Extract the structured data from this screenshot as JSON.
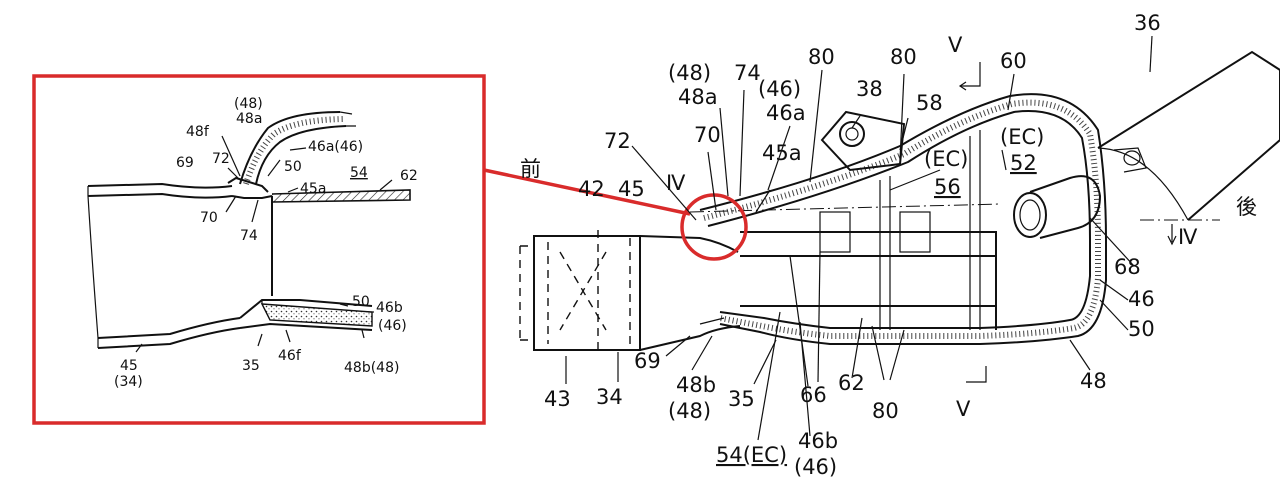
{
  "main_labels": {
    "l36": "36",
    "l80a": "80",
    "l80b": "80",
    "l80c": "80",
    "l_v_top": "Ⅴ",
    "l60": "60",
    "l48p": "(48)",
    "l48a": "48a",
    "l74": "74",
    "l46p": "(46)",
    "l46a": "46a",
    "l38": "38",
    "l58": "58",
    "l_ec_a": "(EC)",
    "l52": "52",
    "l_ec_b": "(EC)",
    "l56": "56",
    "l72": "72",
    "l70": "70",
    "l45a": "45a",
    "l_front": "前",
    "l42": "42",
    "l45": "45",
    "l_iv_a": "Ⅳ",
    "l_rear": "後",
    "l_iv_b": "Ⅳ",
    "l68": "68",
    "l46": "46",
    "l50": "50",
    "l48": "48",
    "l43": "43",
    "l34": "34",
    "l69": "69",
    "l48b": "48b",
    "l48b_p": "(48)",
    "l35": "35",
    "l66": "66",
    "l62": "62",
    "l_v_bot": "Ⅴ",
    "l54ec": "54(EC)",
    "l46b": "46b",
    "l46b_p": "(46)"
  },
  "inset_labels": {
    "i48p": "(48)",
    "i48a": "48a",
    "i48f": "48f",
    "i69": "69",
    "i72": "72",
    "i50a": "50",
    "i46a": "46a(46)",
    "i54": "54",
    "i62": "62",
    "i45a": "45a",
    "i70": "70",
    "i74": "74",
    "i50b": "50",
    "i46b": "46b",
    "i46b_p": "(46)",
    "i45": "45",
    "i34": "(34)",
    "i35": "35",
    "i46f": "46f",
    "i48b": "48b(48)"
  },
  "colors": {
    "highlight": "#d92b2b",
    "line": "#111111"
  }
}
